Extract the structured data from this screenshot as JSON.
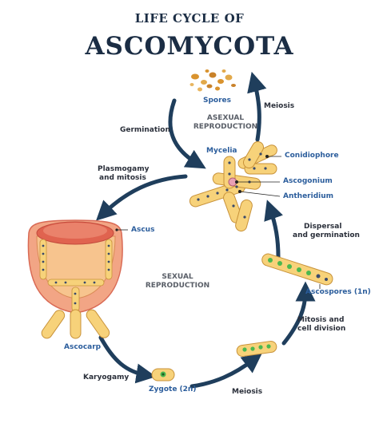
{
  "title": {
    "line1": "LIFE CYCLE OF",
    "line2": "ASCOMYCOTA"
  },
  "labels": {
    "spores": "Spores",
    "meiosis_top": "Meiosis",
    "asexual_1": "ASEXUAL",
    "asexual_2": "REPRODUCTION",
    "germination": "Germination",
    "mycelia": "Mycelia",
    "conidiophore": "Conidiophore",
    "plasmogamy_1": "Plasmogamy",
    "plasmogamy_2": "and mitosis",
    "ascogonium": "Ascogonium",
    "antheridium": "Antheridium",
    "ascus": "Ascus",
    "dispersal_1": "Dispersal",
    "dispersal_2": "and germination",
    "sexual_1": "SEXUAL",
    "sexual_2": "REPRODUCTION",
    "ascospores": "Ascospores (1n)",
    "mitosis_1": "Mitosis and",
    "mitosis_2": "cell division",
    "ascocarp": "Ascocarp",
    "karyogamy": "Karyogamy",
    "zygote": "Zygote (2n)",
    "meiosis_bottom": "Meiosis"
  },
  "watermark_id": "350691302",
  "colors": {
    "arrow": "#1f3e5c",
    "title": "#1b2d44",
    "label_blue": "#2b5d9c",
    "cell": "#f7d27a",
    "cell_border": "#c8923a",
    "spore": "#d9932e",
    "ascocarp_outer": "#ea7a63",
    "ascocarp_inner": "#f4a277",
    "nucleus": "#3a4a6b",
    "ascospore_green": "#4bb84f"
  }
}
